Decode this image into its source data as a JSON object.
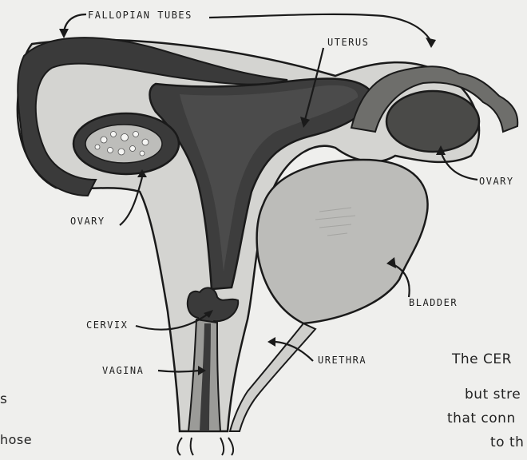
{
  "labels": {
    "fallopian_tubes": "FALLOPIAN TUBES",
    "uterus": "UTERUS",
    "ovary_left": "OVARY",
    "ovary_right": "OVARY",
    "bladder": "BLADDER",
    "cervix": "CERVIX",
    "urethra": "URETHRA",
    "vagina": "VAGINA"
  },
  "side_text": {
    "left_top": "s",
    "left_bottom": "hose",
    "right_lines": [
      "The CER",
      "but stre",
      "that conn",
      "to th"
    ]
  },
  "colors": {
    "paper": "#efefed",
    "dark_tissue": "#3a3a3a",
    "mid_tissue": "#7b7b7b",
    "light_tissue": "#cfcfcc",
    "bladder": "#b9b9b6",
    "outline": "#1a1a1a"
  }
}
